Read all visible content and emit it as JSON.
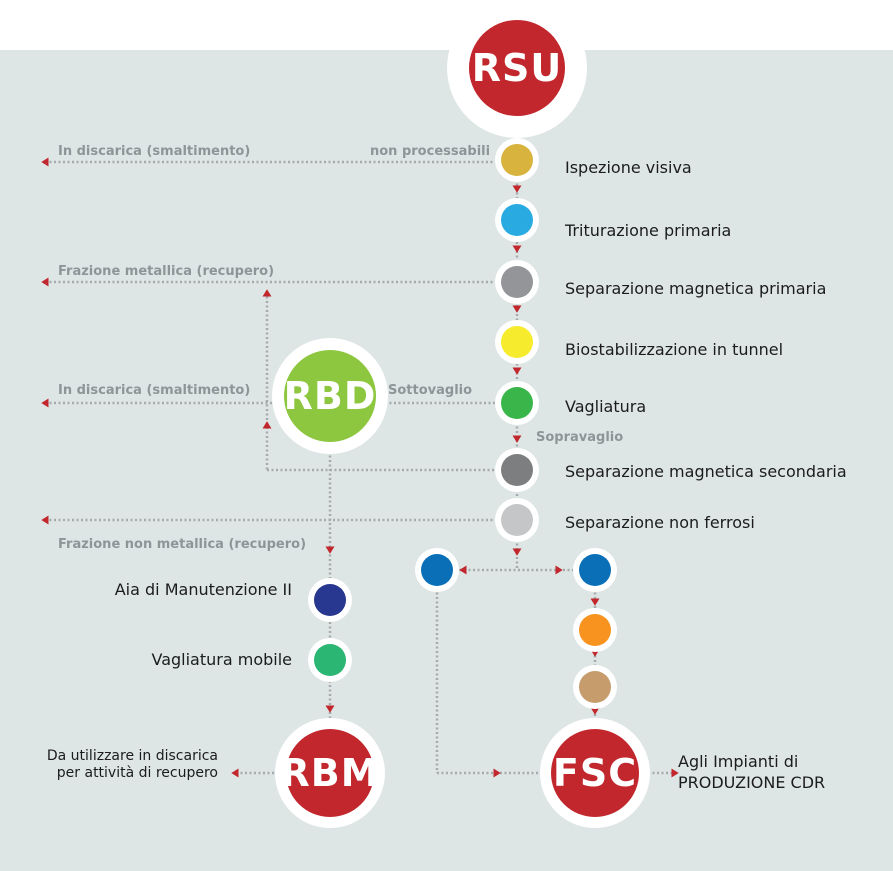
{
  "nodes": {
    "rsu": "RSU",
    "rbd": "RBD",
    "rbm": "RBM",
    "fsc": "FSC"
  },
  "steps": [
    {
      "label": "Ispezione visiva",
      "color": "#d8b43e"
    },
    {
      "label": "Triturazione primaria",
      "color": "#29abe2"
    },
    {
      "label": "Separazione magnetica primaria",
      "color": "#939598"
    },
    {
      "label": "Biostabilizzazione in tunnel",
      "color": "#f6eb2c"
    },
    {
      "label": "Vagliatura",
      "color": "#39b54a"
    },
    {
      "label": "Separazione magnetica secondaria",
      "color": "#7c7e80"
    },
    {
      "label": "Separazione non ferrosi",
      "color": "#c4c6c8"
    }
  ],
  "left_steps": [
    {
      "label": "Aia di Manutenzione II",
      "color": "#283891"
    },
    {
      "label": "Vagliatura mobile",
      "color": "#2bb673"
    }
  ],
  "flows": {
    "non_processabili": "non processabili",
    "discarica_1": "In discarica (smaltimento)",
    "frazione_metallica": "Frazione metallica (recupero)",
    "discarica_2": "In discarica (smaltimento)",
    "sottovaglio": "Sottovaglio",
    "sopravaglio": "Sopravaglio",
    "frazione_non_metallica": "Frazione non metallica (recupero)",
    "rbm_out_1": "Da utilizzare in discarica",
    "rbm_out_2": "per attività di recupero",
    "fsc_out_1": "Agli Impianti di",
    "fsc_out_2": "PRODUZIONE CDR"
  },
  "colors": {
    "red": "#c1272d",
    "green": "#8dc63f",
    "background": "#dde6e5",
    "connector": "#a7a9ac",
    "fsc_branch": [
      "#0b6fb8",
      "#0b6fb8",
      "#f7931e",
      "#c69c6d"
    ]
  }
}
